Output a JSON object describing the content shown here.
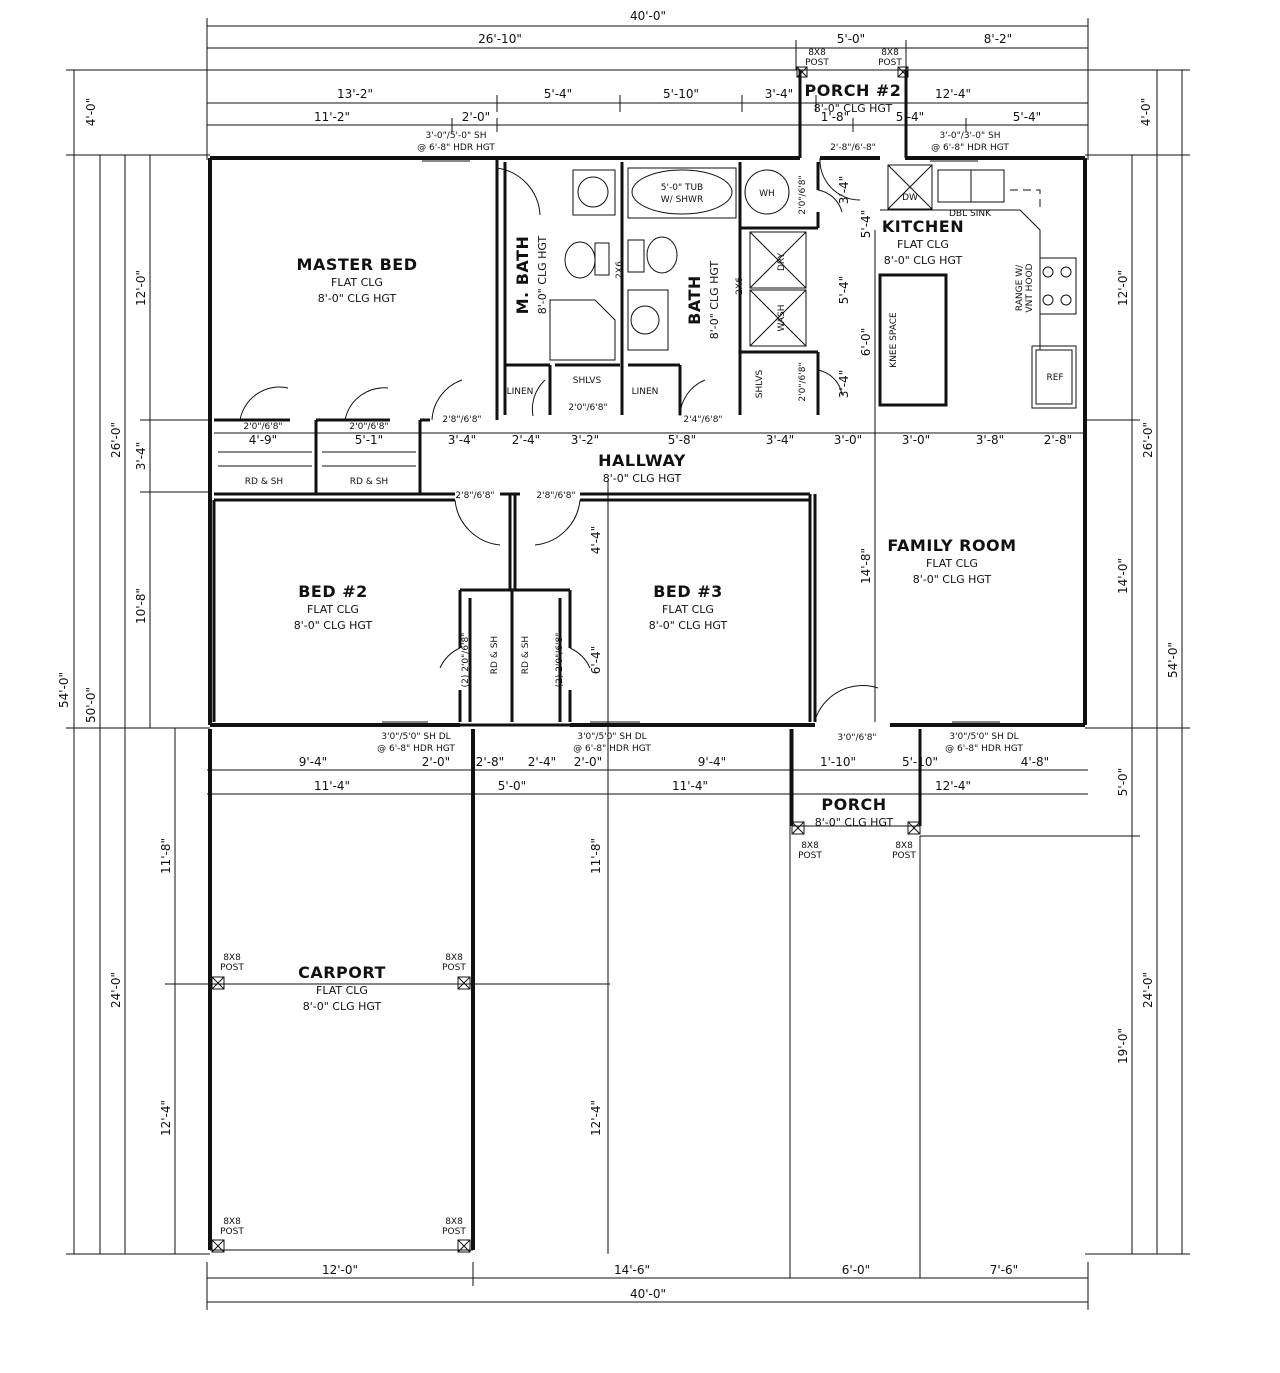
{
  "rooms": {
    "master_bed": {
      "name": "MASTER BED",
      "l1": "FLAT CLG",
      "l2": "8'-0\" CLG HGT"
    },
    "m_bath": {
      "name": "M. BATH",
      "l1": "8'-0\" CLG HGT"
    },
    "bath": {
      "name": "BATH",
      "l1": "8'-0\" CLG HGT"
    },
    "kitchen": {
      "name": "KITCHEN",
      "l1": "FLAT CLG",
      "l2": "8'-0\" CLG HGT"
    },
    "hallway": {
      "name": "HALLWAY",
      "l1": "8'-0\" CLG HGT"
    },
    "family_room": {
      "name": "FAMILY ROOM",
      "l1": "FLAT CLG",
      "l2": "8'-0\" CLG HGT"
    },
    "bed2": {
      "name": "BED #2",
      "l1": "FLAT CLG",
      "l2": "8'-0\" CLG HGT"
    },
    "bed3": {
      "name": "BED #3",
      "l1": "FLAT CLG",
      "l2": "8'-0\" CLG HGT"
    },
    "carport": {
      "name": "CARPORT",
      "l1": "FLAT CLG",
      "l2": "8'-0\" CLG HGT"
    },
    "porch": {
      "name": "PORCH",
      "l1": "8'-0\" CLG HGT"
    },
    "porch2": {
      "name": "PORCH #2",
      "l1": "8'-0\" CLG HGT"
    }
  },
  "fixtures": {
    "tub": "5'-0\" TUB",
    "tub2": "W/ SHWR",
    "wh": "WH",
    "wash": "WASH",
    "dry": "DRY",
    "dw": "DW",
    "dbl_sink": "DBL SINK",
    "range": "RANGE W/",
    "range2": "VNT HOOD",
    "ref": "REF",
    "knee_space": "KNEE SPACE",
    "linen": "LINEN",
    "shlvs": "SHLVS",
    "rd_sh": "RD & SH",
    "post": "8X8",
    "post2": "POST",
    "twox6": "2X6"
  },
  "dims": {
    "top_total": "40'-0\"",
    "top_a": "26'-10\"",
    "top_b": "5'-0\"",
    "top_c": "8'-2\"",
    "r1_a": "13'-2\"",
    "r1_b": "5'-4\"",
    "r1_c": "5'-10\"",
    "r1_d": "3'-4\"",
    "r1_e": "12'-4\"",
    "r2_a": "11'-2\"",
    "r2_b": "2'-0\"",
    "r2_c": "1'-8\"",
    "r2_d": "5'-4\"",
    "r2_e": "5'-4\"",
    "win_top1": "3'-0\"/5'-0\" SH",
    "win_top1b": "@ 6'-8\" HDR HGT",
    "win_top2": "3'-0\"/3'-0\" SH",
    "win_top2b": "@ 6'-8\" HDR HGT",
    "door_top": "2'-8\"/6'-8\"",
    "left_4": "4'-0\"",
    "left_12": "12'-0\"",
    "left_26": "26'-0\"",
    "left_34": "3'-4\"",
    "left_108": "10'-8\"",
    "left_54": "54'-0\"",
    "left_50": "50'-0\"",
    "left_118": "11'-8\"",
    "left_24": "24'-0\"",
    "left_124": "12'-4\"",
    "right_4": "4'-0\"",
    "right_12": "12'-0\"",
    "right_26": "26'-0\"",
    "right_14": "14'-0\"",
    "right_54": "54'-0\"",
    "right_5": "5'-0\"",
    "right_24": "24'-0\"",
    "right_19": "19'-0\"",
    "h_a": "4'-9\"",
    "h_b": "5'-1\"",
    "h_c": "3'-4\"",
    "h_d": "2'-4\"",
    "h_e": "3'-2\"",
    "h_f": "5'-8\"",
    "h_g": "3'-4\"",
    "h_h": "3'-0\"",
    "h_i": "3'-0\"",
    "h_j": "3'-8\"",
    "h_k": "2'-8\"",
    "d_2068": "2'0\"/6'8\"",
    "d_2668": "2'8\"/6'8\"",
    "d_2468": "2'4\"/6'8\"",
    "d_2068b": "2'0\"/6'8\"",
    "d_3068": "3'0\"/6'8\"",
    "d_closet": "(2) 2'0\"/6'8\"",
    "laun_54a": "5'-4\"",
    "laun_54b": "5'-4\"",
    "laun_60": "6'-0\"",
    "laun_34a": "3'-4\"",
    "laun_34b": "3'-4\"",
    "wh_door": "2'0\"/6'8\"",
    "sh_door": "2'0\"/6'8\"",
    "bed3_44": "4'-4\"",
    "bed3_64": "6'-4\"",
    "fam_148": "14'-8\"",
    "b1_a": "9'-4\"",
    "b1_b": "2'-0\"",
    "b1_c": "2'-8\"",
    "b1_d": "2'-4\"",
    "b1_e": "2'-0\"",
    "b1_f": "9'-4\"",
    "b1_g": "1'-10\"",
    "b1_h": "5'-10\"",
    "b1_i": "4'-8\"",
    "b2_a": "11'-4\"",
    "b2_b": "5'-0\"",
    "b2_c": "11'-4\"",
    "b2_d": "12'-4\"",
    "win_b1": "3'0\"/5'0\" SH DL",
    "win_b1b": "@ 6'-8\" HDR HGT",
    "win_b2": "3'0\"/5'0\" SH DL",
    "win_b2b": "@ 6'-8\" HDR HGT",
    "win_b3": "3'0\"/5'0\" SH DL",
    "win_b3b": "@ 6'-8\" HDR HGT",
    "cp_118": "11'-8\"",
    "cp_124": "12'-4\"",
    "bot_a": "12'-0\"",
    "bot_b": "14'-6\"",
    "bot_c": "6'-0\"",
    "bot_d": "7'-6\"",
    "bot_total": "40'-0\""
  }
}
